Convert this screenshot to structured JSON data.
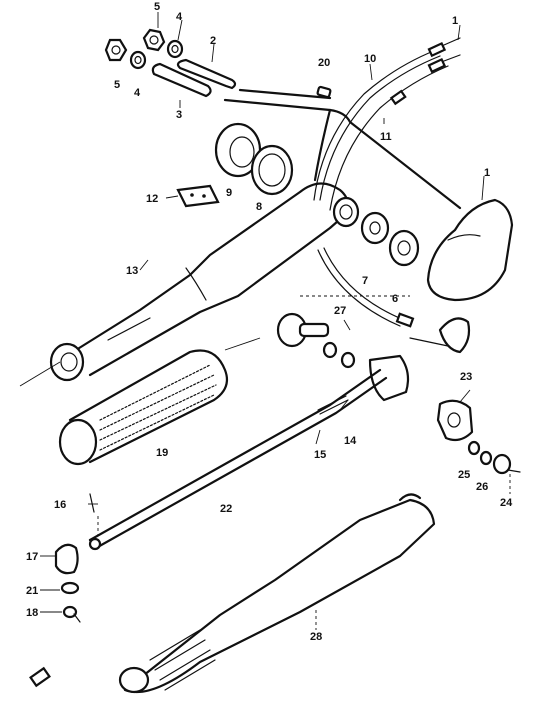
{
  "parts": {
    "p1": "1",
    "p2": "2",
    "p3": "3",
    "p4a": "4",
    "p4b": "4",
    "p5a": "5",
    "p5b": "5",
    "p6": "6",
    "p7": "7",
    "p8": "8",
    "p9": "9",
    "p10": "10",
    "p11": "11",
    "p12": "12",
    "p13": "13",
    "p14": "14",
    "p15": "15",
    "p16": "16",
    "p17": "17",
    "p18": "18",
    "p19": "19",
    "p20": "20",
    "p21": "21",
    "p22": "22",
    "p23": "23",
    "p24": "24",
    "p25": "25",
    "p26": "26",
    "p27": "27",
    "p28": "28",
    "p1b": "1"
  }
}
